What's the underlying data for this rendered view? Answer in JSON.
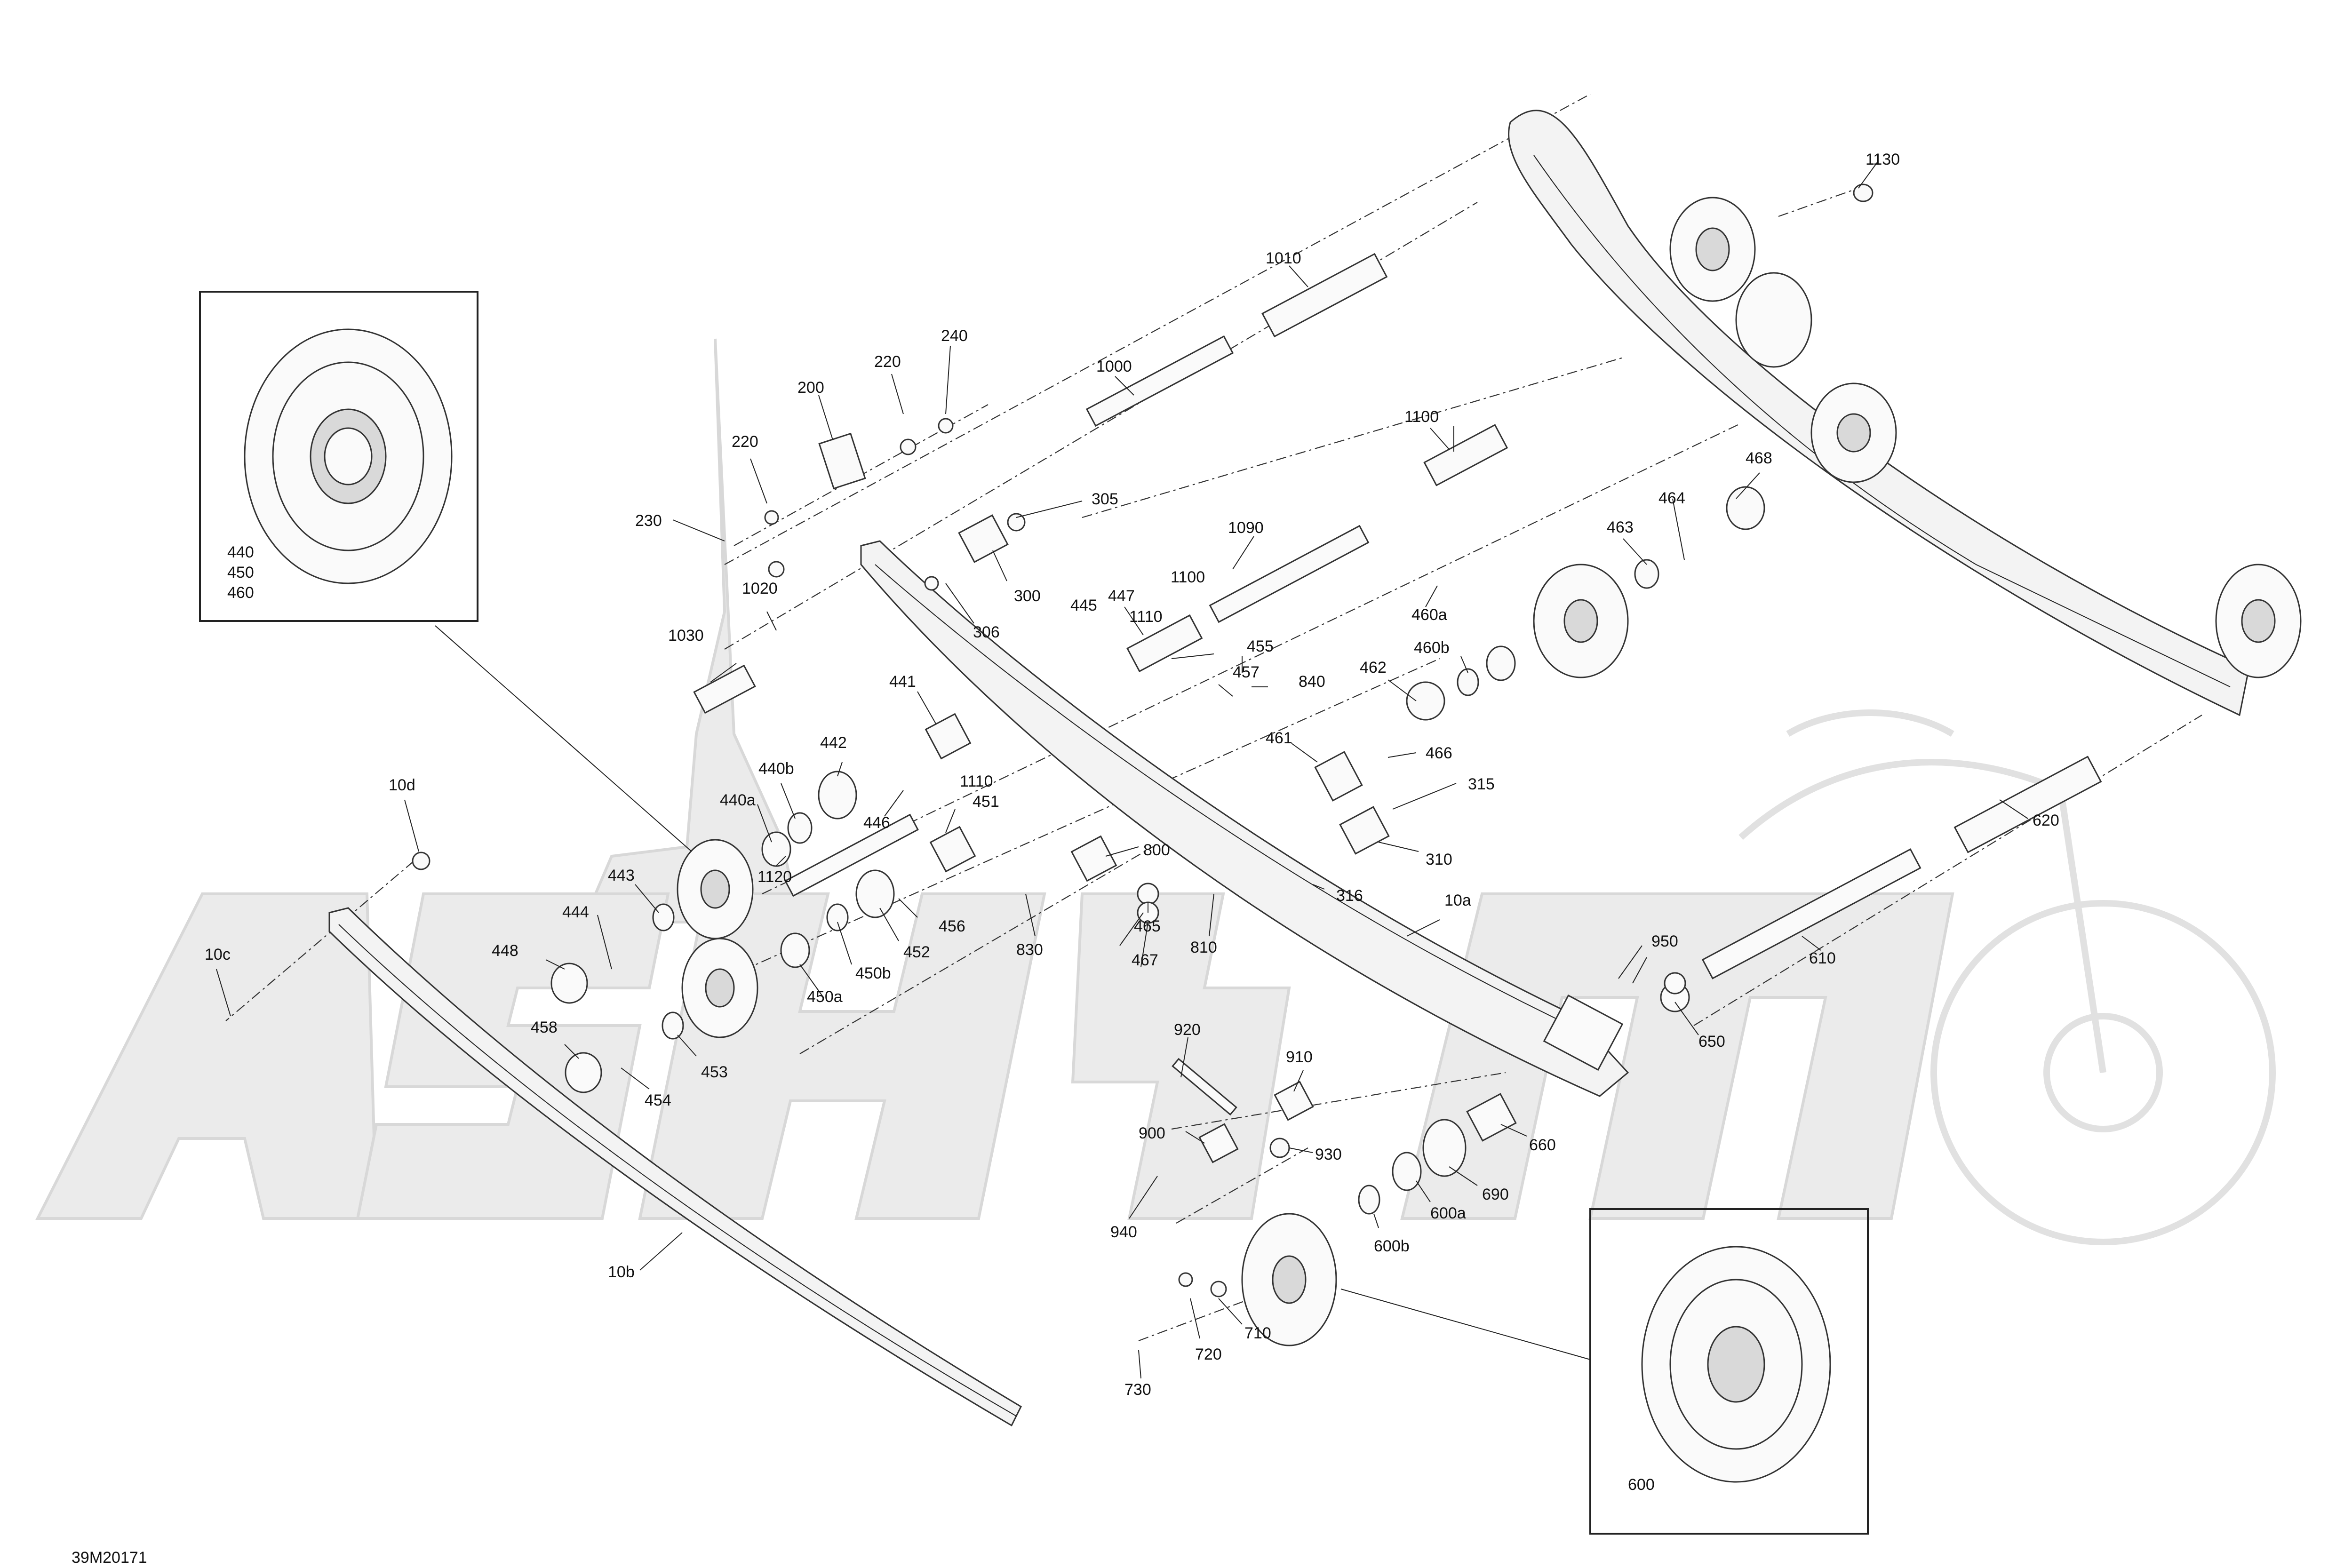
{
  "document_id": "39M20171",
  "callouts": [
    "1130",
    "1010",
    "240",
    "220",
    "200",
    "1000",
    "220",
    "1100",
    "230",
    "305",
    "468",
    "464",
    "1090",
    "300",
    "1020",
    "463",
    "1100",
    "447",
    "445",
    "460a",
    "1030",
    "306",
    "1110",
    "455",
    "460b",
    "457",
    "840",
    "462",
    "441",
    "442",
    "440b",
    "1110",
    "461",
    "466",
    "446",
    "451",
    "315",
    "440a",
    "1120",
    "800",
    "310",
    "443",
    "316",
    "10a",
    "456",
    "444",
    "465",
    "452",
    "810",
    "467",
    "830",
    "448",
    "450b",
    "950",
    "450a",
    "453",
    "458",
    "454",
    "920",
    "910",
    "930",
    "900",
    "660",
    "600a",
    "690",
    "940",
    "600b",
    "710",
    "720",
    "730",
    "10d",
    "10c",
    "10b",
    "620",
    "610",
    "650"
  ],
  "insets": [
    {
      "labels": [
        "440",
        "450",
        "460"
      ]
    },
    {
      "labels": [
        "600"
      ]
    }
  ]
}
